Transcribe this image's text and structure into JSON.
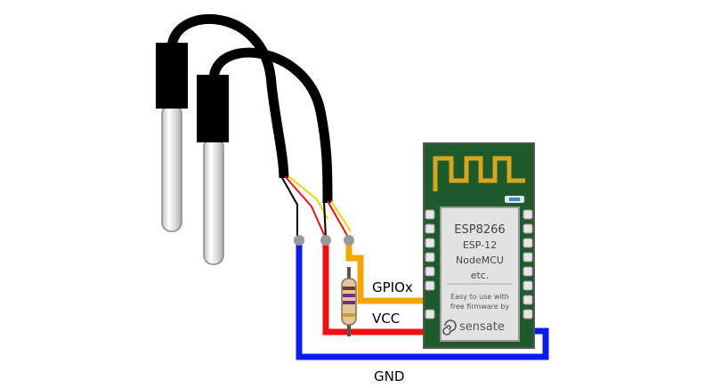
{
  "labels": {
    "gpio": "GPIOx",
    "vcc": "VCC",
    "gnd": "GND"
  },
  "module": {
    "title": "ESP8266",
    "line1": "ESP-12",
    "line2": "NodeMCU",
    "line3": "etc.",
    "note_line1": "Easy to use with",
    "note_line2": "free firmware by",
    "brand": "sensate"
  },
  "colors": {
    "gnd_wire": "#0a1ee8",
    "vcc_wire": "#ee1111",
    "gpio_wire": "#f5a400",
    "board": "#1f5a2c",
    "antenna": "#d8a61c",
    "probe_cable": "#000000"
  },
  "icons": {
    "brand_logo": "sensate-spiral-icon"
  }
}
